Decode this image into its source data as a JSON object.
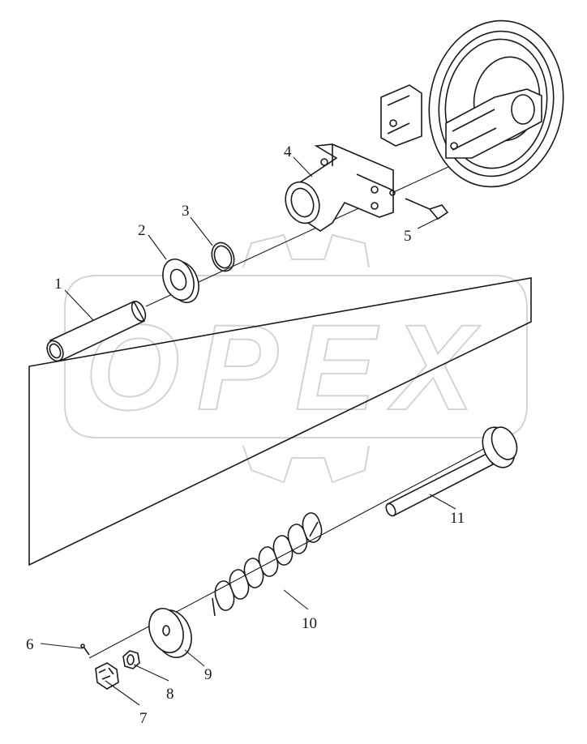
{
  "watermark": {
    "text": "OPEX",
    "color": "#d4d4d4"
  },
  "callouts": [
    {
      "number": "1",
      "part": "pin"
    },
    {
      "number": "2",
      "part": "washer"
    },
    {
      "number": "3",
      "part": "o-ring"
    },
    {
      "number": "4",
      "part": "yoke"
    },
    {
      "number": "5",
      "part": "grease-fitting"
    },
    {
      "number": "6",
      "part": "cotter-pin"
    },
    {
      "number": "7",
      "part": "castle-nut"
    },
    {
      "number": "8",
      "part": "nut"
    },
    {
      "number": "9",
      "part": "spring-seat"
    },
    {
      "number": "10",
      "part": "recoil-spring"
    },
    {
      "number": "11",
      "part": "rod"
    }
  ]
}
